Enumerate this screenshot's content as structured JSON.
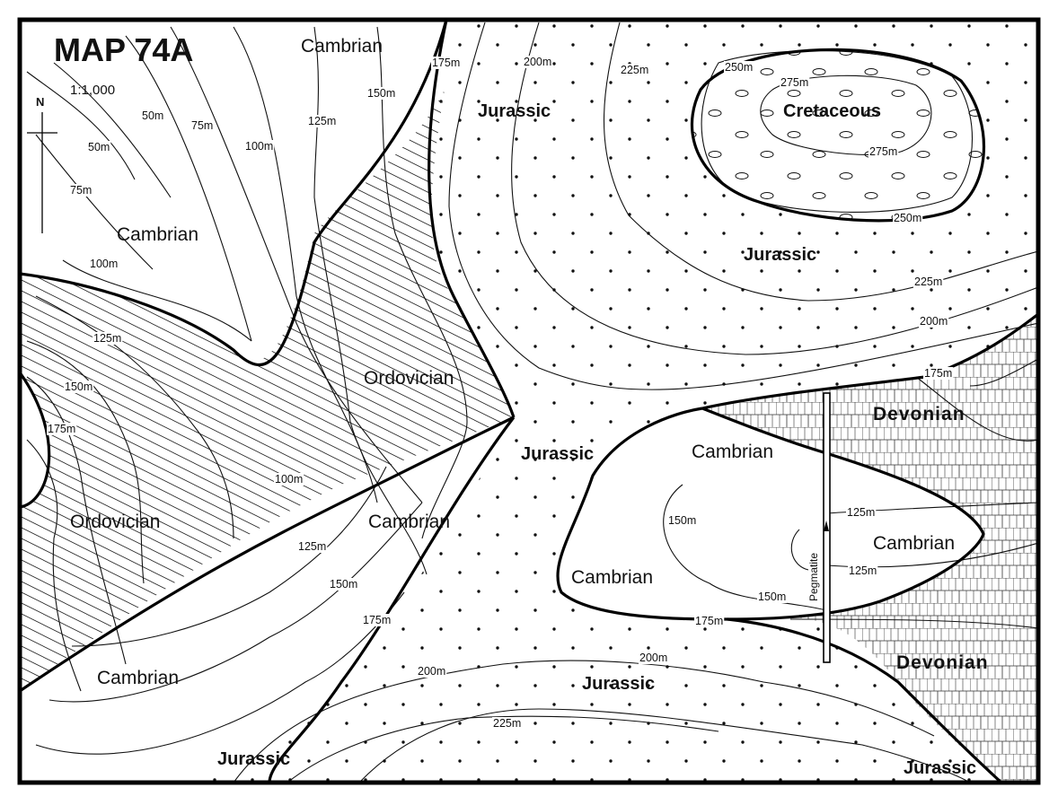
{
  "title": "MAP 74A",
  "scale": "1:1,000",
  "north_arrow_label": "N",
  "units": [
    {
      "id": "cambrian-top-1",
      "text": "Cambrian",
      "style": "normal"
    },
    {
      "id": "cambrian-top-2",
      "text": "Cambrian",
      "style": "normal"
    },
    {
      "id": "ordovician-mid",
      "text": "Ordovician",
      "style": "normal"
    },
    {
      "id": "ordovician-left",
      "text": "Ordovician",
      "style": "normal"
    },
    {
      "id": "cambrian-mid",
      "text": "Cambrian",
      "style": "normal"
    },
    {
      "id": "cambrian-bottom-left",
      "text": "Cambrian",
      "style": "normal"
    },
    {
      "id": "jurassic-top",
      "text": "Jurassic",
      "style": "bold"
    },
    {
      "id": "jurassic-right",
      "text": "Jurassic",
      "style": "bold"
    },
    {
      "id": "jurassic-center",
      "text": "Jurassic",
      "style": "bold"
    },
    {
      "id": "jurassic-bottom-center",
      "text": "Jurassic",
      "style": "bold"
    },
    {
      "id": "jurassic-bottom-left",
      "text": "Jurassic",
      "style": "bold"
    },
    {
      "id": "jurassic-bottom-right",
      "text": "Jurassic",
      "style": "bold"
    },
    {
      "id": "cretaceous",
      "text": "Cretaceous",
      "style": "bold"
    },
    {
      "id": "devonian-top",
      "text": "Devonian",
      "style": "bold"
    },
    {
      "id": "devonian-bottom",
      "text": "Devonian",
      "style": "bold"
    },
    {
      "id": "cambrian-inlier-top",
      "text": "Cambrian",
      "style": "normal"
    },
    {
      "id": "cambrian-inlier-left",
      "text": "Cambrian",
      "style": "normal"
    },
    {
      "id": "cambrian-inlier-right",
      "text": "Cambrian",
      "style": "normal"
    }
  ],
  "dyke_label": "Pegmatite",
  "contour_labels": [
    {
      "id": "c-50-a",
      "text": "50m"
    },
    {
      "id": "c-50-b",
      "text": "50m"
    },
    {
      "id": "c-75-a",
      "text": "75m"
    },
    {
      "id": "c-75-b",
      "text": "75m"
    },
    {
      "id": "c-100-a",
      "text": "100m"
    },
    {
      "id": "c-100-b",
      "text": "100m"
    },
    {
      "id": "c-100-c",
      "text": "100m"
    },
    {
      "id": "c-125-a",
      "text": "125m"
    },
    {
      "id": "c-125-b",
      "text": "125m"
    },
    {
      "id": "c-125-c",
      "text": "125m"
    },
    {
      "id": "c-125-d",
      "text": "125m"
    },
    {
      "id": "c-125-e",
      "text": "125m"
    },
    {
      "id": "c-150-a",
      "text": "150m"
    },
    {
      "id": "c-150-b",
      "text": "150m"
    },
    {
      "id": "c-150-c",
      "text": "150m"
    },
    {
      "id": "c-150-d",
      "text": "150m"
    },
    {
      "id": "c-150-e",
      "text": "150m"
    },
    {
      "id": "c-175-a",
      "text": "175m"
    },
    {
      "id": "c-175-b",
      "text": "175m"
    },
    {
      "id": "c-175-c",
      "text": "175m"
    },
    {
      "id": "c-175-d",
      "text": "175m"
    },
    {
      "id": "c-175-e",
      "text": "175m"
    },
    {
      "id": "c-200-a",
      "text": "200m"
    },
    {
      "id": "c-200-b",
      "text": "200m"
    },
    {
      "id": "c-200-c",
      "text": "200m"
    },
    {
      "id": "c-200-d",
      "text": "200m"
    },
    {
      "id": "c-225-a",
      "text": "225m"
    },
    {
      "id": "c-225-b",
      "text": "225m"
    },
    {
      "id": "c-225-c",
      "text": "225m"
    },
    {
      "id": "c-250-a",
      "text": "250m"
    },
    {
      "id": "c-250-b",
      "text": "250m"
    },
    {
      "id": "c-275-a",
      "text": "275m"
    },
    {
      "id": "c-275-b",
      "text": "275m"
    }
  ]
}
